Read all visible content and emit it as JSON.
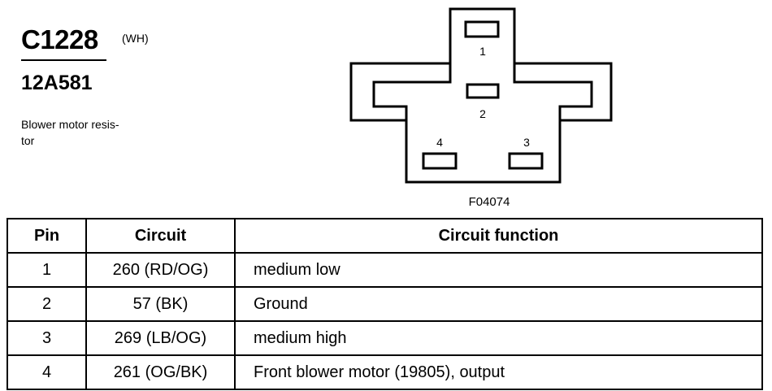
{
  "header": {
    "connector_id": "C1228",
    "connector_color": "(WH)",
    "part_number": "12A581",
    "description": "Blower motor resis-\ntor"
  },
  "diagram": {
    "figure_id": "F04074",
    "pin_labels": [
      "1",
      "2",
      "3",
      "4"
    ]
  },
  "table": {
    "headers": [
      "Pin",
      "Circuit",
      "Circuit function"
    ],
    "rows": [
      {
        "pin": "1",
        "circuit": "260 (RD/OG)",
        "function": "medium low"
      },
      {
        "pin": "2",
        "circuit": "57 (BK)",
        "function": "Ground"
      },
      {
        "pin": "3",
        "circuit": "269 (LB/OG)",
        "function": "medium high"
      },
      {
        "pin": "4",
        "circuit": "261 (OG/BK)",
        "function": "Front blower motor (19805), output"
      }
    ]
  }
}
